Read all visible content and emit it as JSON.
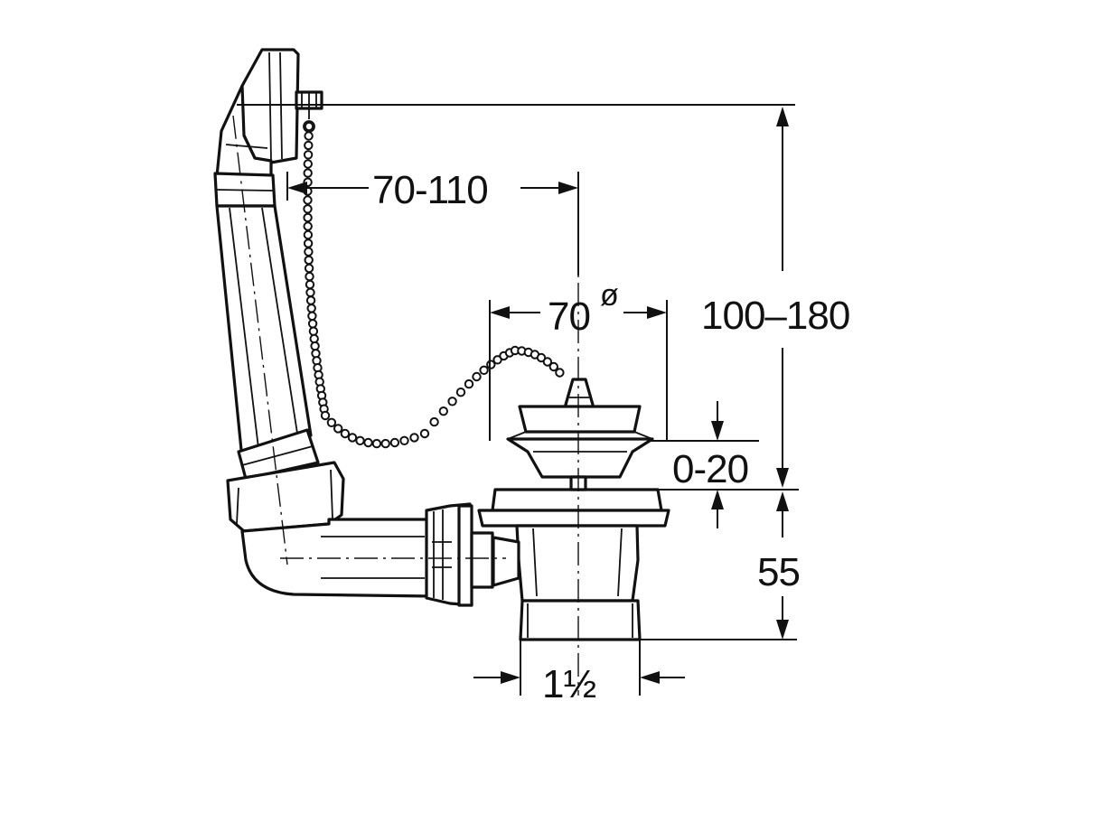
{
  "diagram": {
    "dimensions": {
      "overflow_spacing": "70-110",
      "strainer_diameter_value": "70",
      "strainer_diameter_symbol": "ø",
      "total_height": "100–180",
      "plug_travel": "0-20",
      "body_height": "55",
      "thread_size": "1½"
    }
  },
  "colors": {
    "line": "#111111",
    "background": "#ffffff"
  }
}
